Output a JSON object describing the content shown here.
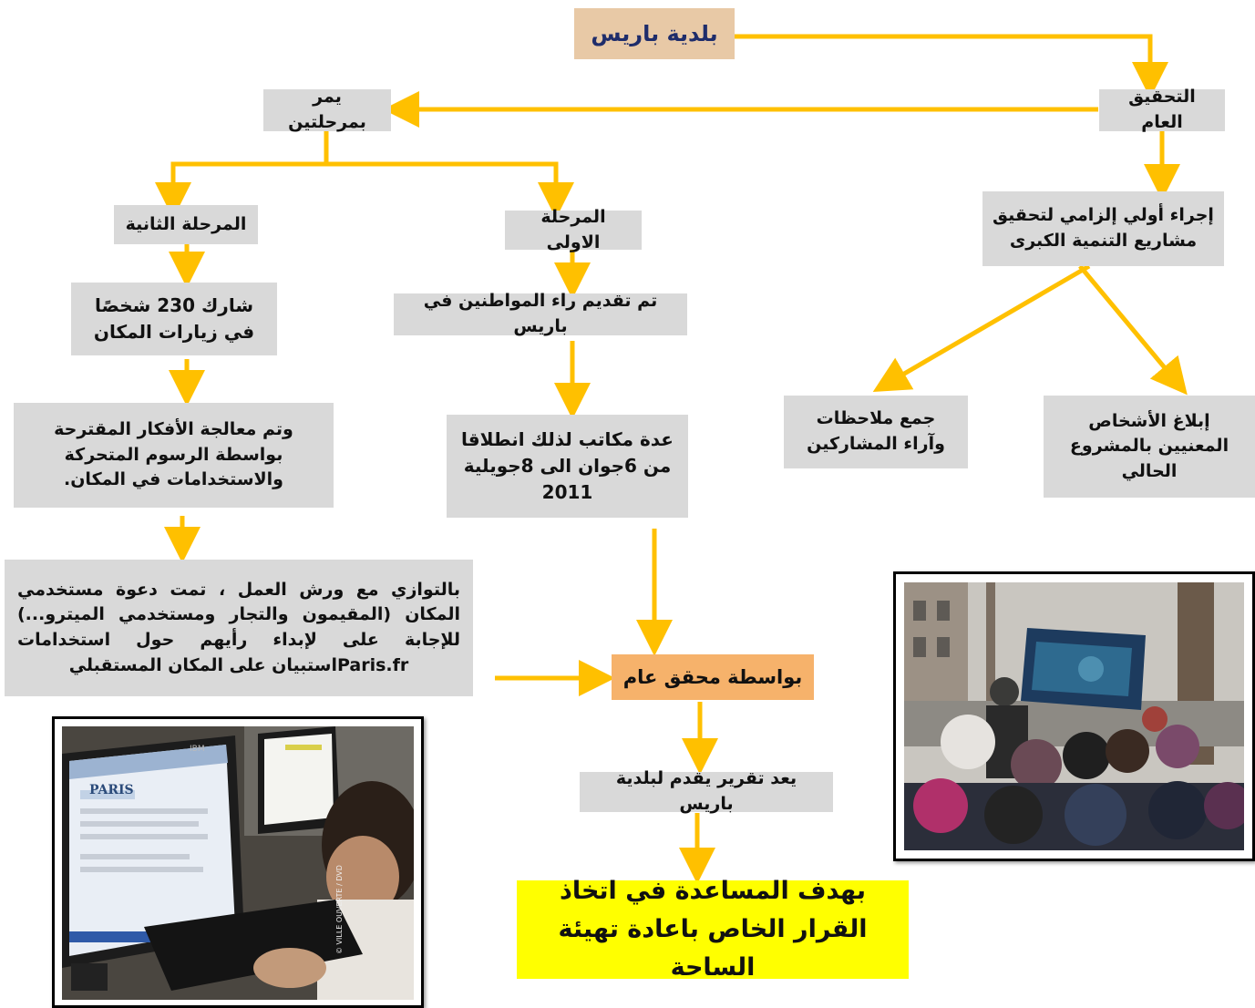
{
  "diagram": {
    "title": "بلدية باريس",
    "general_inquiry": "التحقيق العام",
    "two_phases": "يمر بمرحلتين",
    "mandatory_procedure": "إجراء أولي إلزامي لتحقيق مشاريع التنمية الكبرى",
    "inform_people": "إبلاغ الأشخاص المعنيين بالمشروع الحالي",
    "collect_notes": "جمع ملاحظات وآراء المشاركين",
    "phase_one": "المرحلة الاولى",
    "phase_two": "المرحلة الثانية",
    "citizens_opinions": "تم تقديم راء المواطنين في باريس",
    "offices": "عدة مكاتب لذلك انطلاقا من 6جوان الى 8جويلية 2011",
    "participants": "شارك 230 شخصًا في زيارات المكان",
    "ideas_processed": "وتم معالجة الأفكار المقترحة بواسطة الرسوم المتحركة والاستخدامات في المكان.",
    "survey": "بالتوازي مع ورش العمل ، تمت دعوة مستخدمي المكان (المقيمون والتجار ومستخدمي الميترو...) للإجابة على لإبداء رأيهم حول استخدامات Paris.frاستبيان على المكان المستقبلي",
    "investigator": "بواسطة محقق عام",
    "report": "يعد تقرير يقدم لبلدية باريس",
    "goal": "بهدف المساعدة في اتخاذ القرار الخاص باعادة تهيئة الساحة"
  },
  "photos": {
    "computer_screen_logo": "PARIS",
    "computer_brand": "IBM",
    "computer_caption": "© VILLE OUVERTE / DVD"
  },
  "colors": {
    "arrow": "#ffc000",
    "box": "#d9d9d9",
    "title_box": "#e8c9a6",
    "title_text": "#1f2d6b",
    "investigator_box": "#f6b26b",
    "goal_box": "#ffff00"
  }
}
